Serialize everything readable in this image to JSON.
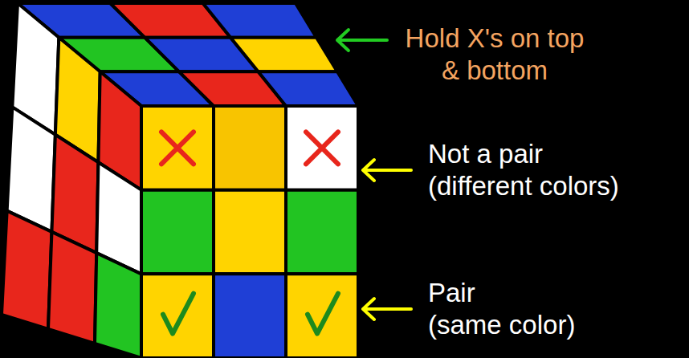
{
  "diagram": {
    "labels": [
      "Hold X's on top & bottom",
      "Not a pair (different colors)",
      "Pair (same color)"
    ]
  }
}
